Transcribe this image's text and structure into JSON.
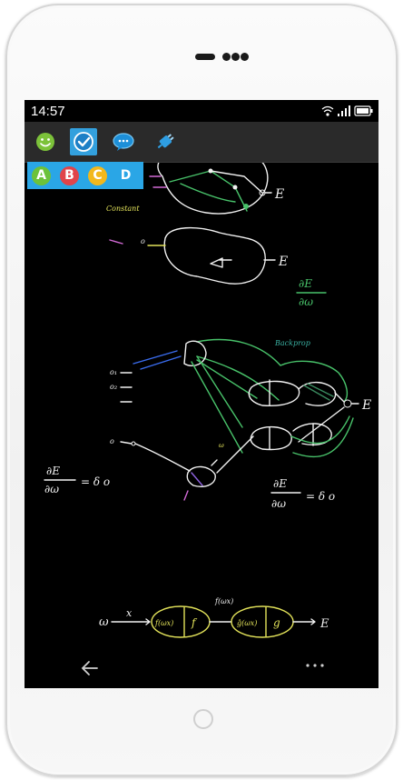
{
  "status_bar": {
    "time": "14:57"
  },
  "toolbar": {
    "tools": [
      {
        "name": "emoji",
        "icon": "smiley-icon",
        "active": false
      },
      {
        "name": "poll",
        "icon": "checkmark-icon",
        "active": true
      },
      {
        "name": "chat",
        "icon": "speech-bubble-icon",
        "active": false
      },
      {
        "name": "connect",
        "icon": "plug-icon",
        "active": false
      }
    ]
  },
  "answer_choices": [
    {
      "label": "A",
      "color": "#6cc23a"
    },
    {
      "label": "B",
      "color": "#e0444a"
    },
    {
      "label": "C",
      "color": "#f2b81c"
    },
    {
      "label": "D",
      "color": "#2aa6e6"
    }
  ],
  "whiteboard": {
    "labels": {
      "e_top": "E",
      "e_mid": "E",
      "e_right": "E",
      "e_bottom": "E",
      "constant": "Constant",
      "backprop": "Backprop",
      "bottom_omega": "ω",
      "bottom_x": "x",
      "bottom_f": "f",
      "bottom_f_omega": "f(ωx)",
      "bottom_f_omega_top": "f(ωx)",
      "bottom_g": "g",
      "bottom_g_prime": "ĝ(ωx)",
      "grad_top_num": "∂E",
      "grad_top_den": "∂ω",
      "grad_left_lhs": "∂E",
      "grad_left_den": "∂ω",
      "grad_left_rhs": "= δ o",
      "grad_right_num": "∂E",
      "grad_right_den": "∂ω",
      "grad_right_rhs": "= δ o"
    },
    "ink_colors": {
      "white": "#f2f2f2",
      "yellow": "#e3e35a",
      "green": "#48c26a",
      "blue": "#3a6df0",
      "pink": "#d36ad6",
      "purple": "#8e63e0",
      "teal": "#3ab0a2"
    }
  },
  "nav": {
    "back": "back-arrow-icon",
    "more": "more-dots-icon"
  }
}
